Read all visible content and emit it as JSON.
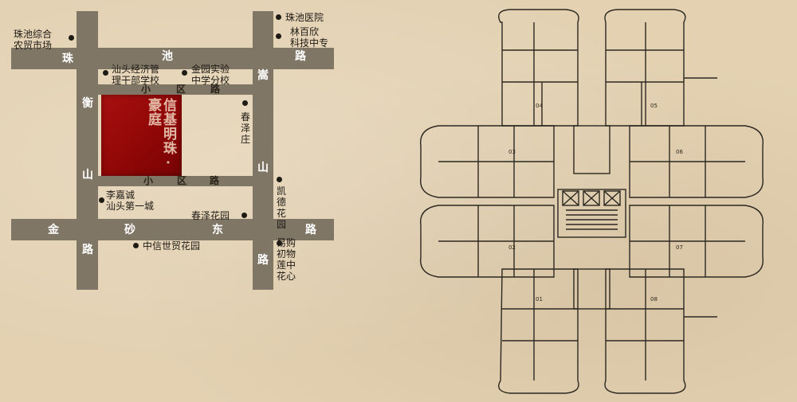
{
  "map": {
    "estate_name": "信基明珠·豪庭",
    "road_labels": {
      "zhuchi_1": "珠",
      "zhuchi_2": "池",
      "zhuchi_3": "路",
      "xiaoqu_top_1": "小",
      "xiaoqu_top_2": "区",
      "xiaoqu_top_3": "路",
      "xiaoqu_bottom_1": "小",
      "xiaoqu_bottom_2": "区",
      "xiaoqu_bottom_3": "路",
      "heng_1": "衡",
      "heng_2": "山",
      "song_1": "嵩",
      "song_2": "山",
      "jinsha_1": "金",
      "jinsha_2": "砂",
      "jinsha_3": "东",
      "jinsha_4": "路",
      "lu_left": "路",
      "lu_right": "路"
    },
    "places": {
      "zhuchi_hospital": "珠池医院",
      "linbaixin": "林百欣\n科技中专",
      "zhuchi_market": "珠池综合\n农贸市场",
      "cadre_school": "汕头经济管\n理干部学校",
      "jinyuan_school": "金园实验\n中学分校",
      "chunze_zhuang": "春\n泽\n庄",
      "kailong": "凯\n德\n花\n园",
      "lijiacheng": "李嘉诚\n汕头第一城",
      "chunze_garden": "春泽花园",
      "citic": "中信世贸花园",
      "yigou": "易购\n初物\n莲中\n花心"
    }
  },
  "floor_plan": {
    "unit_labels": [
      "04",
      "05",
      "03",
      "06",
      "02",
      "07",
      "01",
      "08"
    ]
  }
}
